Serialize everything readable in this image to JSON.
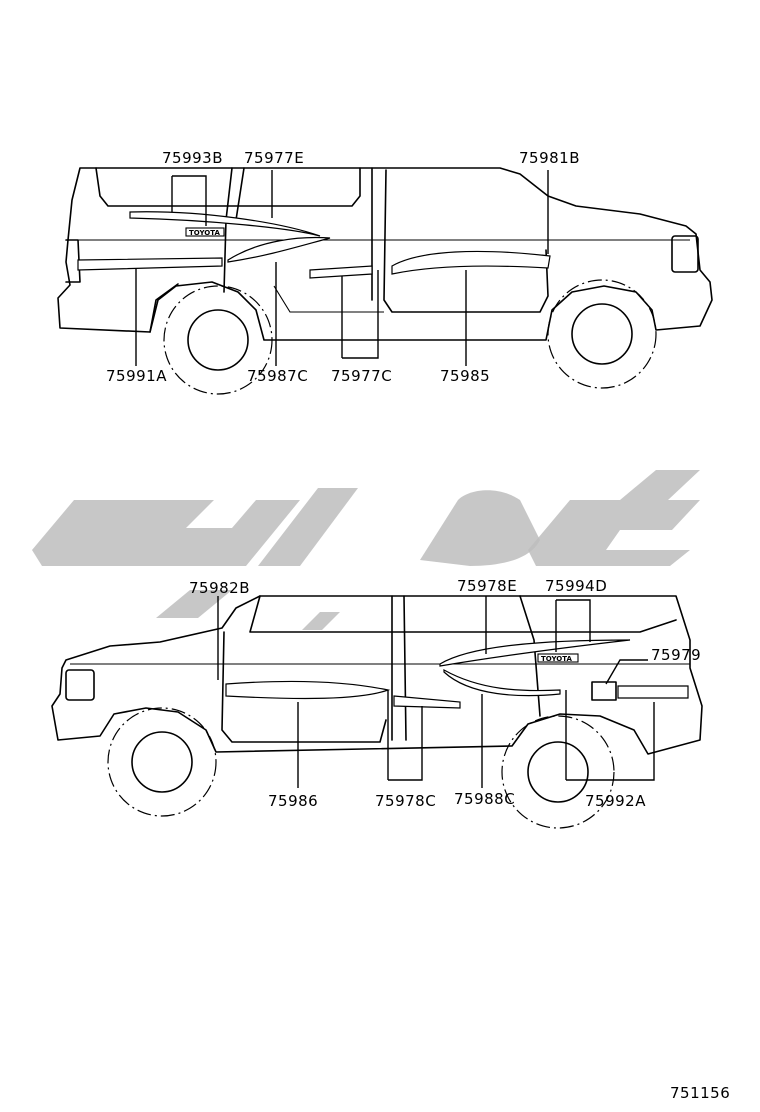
{
  "top_view": {
    "emblem": "TOYOTA",
    "labels": {
      "p75993B": "75993B",
      "p75977E": "75977E",
      "p75981B": "75981B",
      "p75991A": "75991A",
      "p75987C": "75987C",
      "p75977C": "75977C",
      "p75985": "75985"
    }
  },
  "bottom_view": {
    "emblem": "TOYOTA",
    "labels": {
      "p75982B": "75982B",
      "p75978E": "75978E",
      "p75994D": "75994D",
      "p75979": "75979",
      "p75986": "75986",
      "p75978C": "75978C",
      "p75988C": "75988C",
      "p75992A": "75992A"
    }
  },
  "diagram_id": "751156"
}
